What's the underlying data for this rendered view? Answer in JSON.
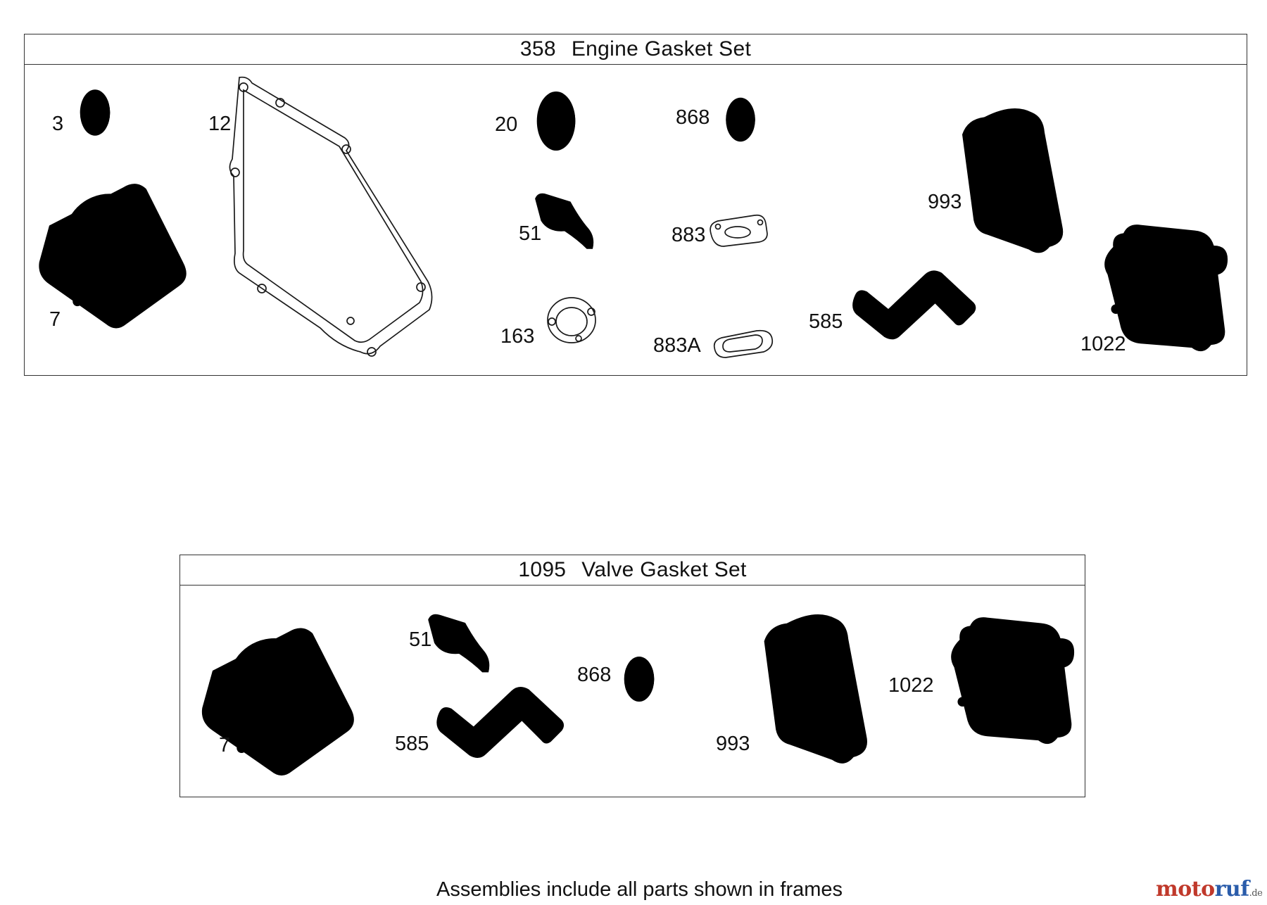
{
  "engine_set": {
    "number": "358",
    "title": "Engine Gasket Set",
    "callouts": {
      "c3": "3",
      "c12": "12",
      "c20": "20",
      "c868": "868",
      "c993": "993",
      "c51": "51",
      "c883": "883",
      "c7": "7",
      "c163": "163",
      "c883a": "883A",
      "c585": "585",
      "c1022": "1022"
    }
  },
  "valve_set": {
    "number": "1095",
    "title": "Valve Gasket Set",
    "callouts": {
      "c51": "51",
      "c868": "868",
      "c1022": "1022",
      "c7": "7",
      "c585": "585",
      "c993": "993"
    }
  },
  "footer_note": "Assemblies include all parts shown in frames",
  "logo": {
    "part1": "moto",
    "part2": "ruf",
    "tld": ".de"
  }
}
